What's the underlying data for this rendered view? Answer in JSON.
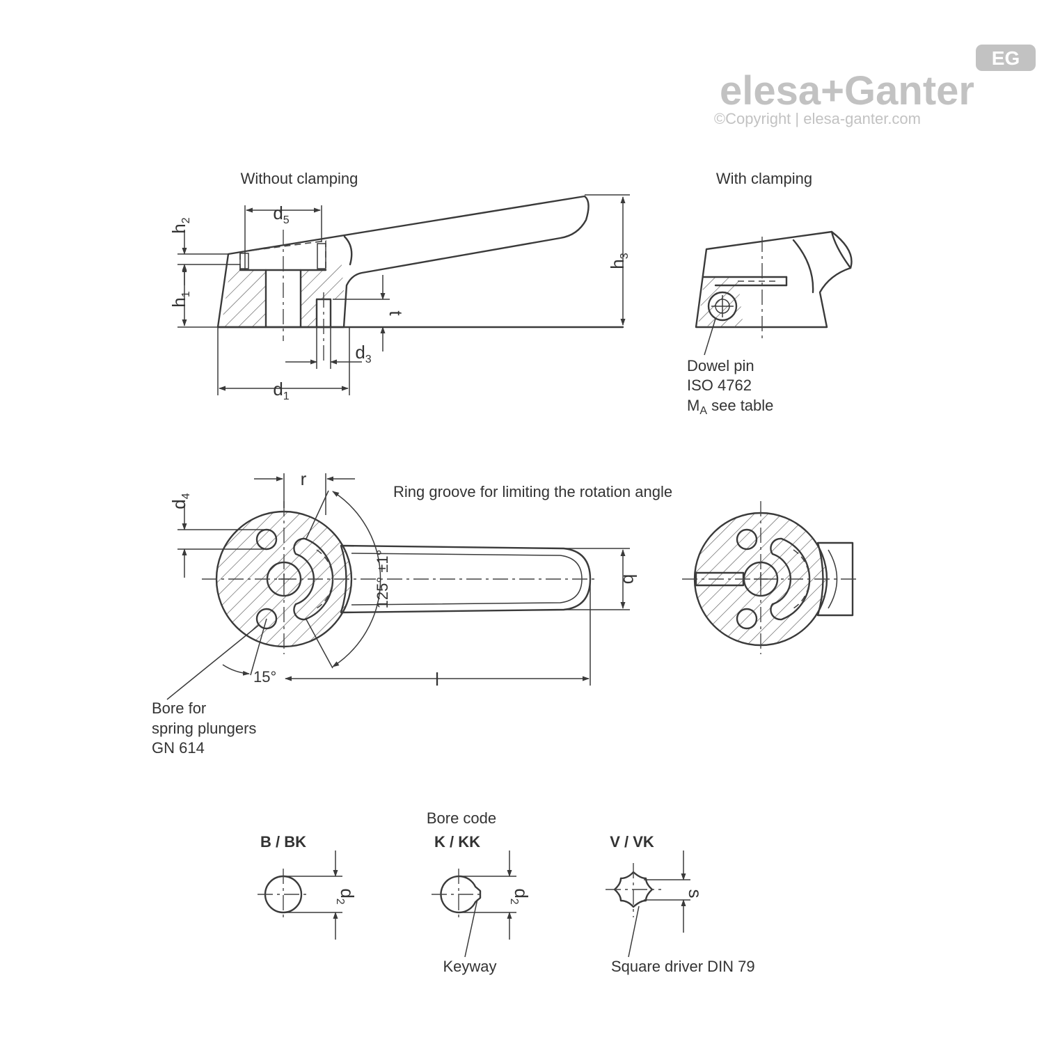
{
  "logo": {
    "badge": "EG",
    "brand": "elesa+Ganter",
    "copyright": "©Copyright | elesa-ganter.com"
  },
  "top_views": {
    "without_clamping": "Without clamping",
    "with_clamping": "With clamping",
    "dowel_pin": [
      "Dowel pin",
      "ISO 4762"
    ],
    "ma_symbol": "M",
    "ma_sub": "A",
    "ma_rest": " see table"
  },
  "dimensions": {
    "h": "h",
    "d": "d",
    "sub1": "1",
    "sub2": "2",
    "sub3": "3",
    "sub4": "4",
    "sub5": "5",
    "t": "t",
    "r": "r",
    "b": "b",
    "l": "l",
    "s": "s",
    "angle_125": "125° ±1°",
    "angle_15": "15°"
  },
  "plan_view": {
    "ring_groove": "Ring groove for limiting the rotation angle",
    "bore_note": [
      "Bore for",
      "spring plungers",
      "GN 614"
    ]
  },
  "bore_codes": {
    "title": "Bore code",
    "codes": [
      "B / BK",
      "K / KK",
      "V / VK"
    ],
    "keyway": "Keyway",
    "square_driver": "Square driver DIN 79"
  }
}
